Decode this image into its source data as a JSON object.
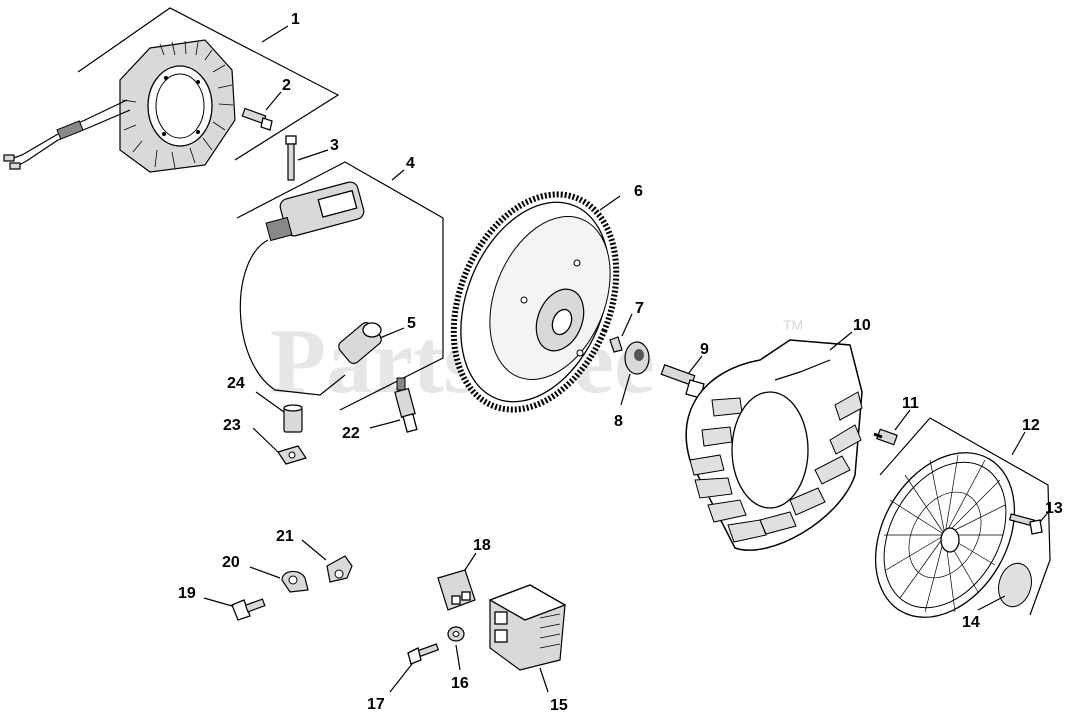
{
  "watermark": {
    "text": "PartsTree",
    "trademark": "TM"
  },
  "callouts": {
    "n1": "1",
    "n2": "2",
    "n3": "3",
    "n4": "4",
    "n5": "5",
    "n6": "6",
    "n7": "7",
    "n8": "8",
    "n9": "9",
    "n10": "10",
    "n11": "11",
    "n12": "12",
    "n13": "13",
    "n14": "14",
    "n15": "15",
    "n16": "16",
    "n17": "17",
    "n18": "18",
    "n19": "19",
    "n20": "20",
    "n21": "21",
    "n22": "22",
    "n23": "23",
    "n24": "24"
  }
}
